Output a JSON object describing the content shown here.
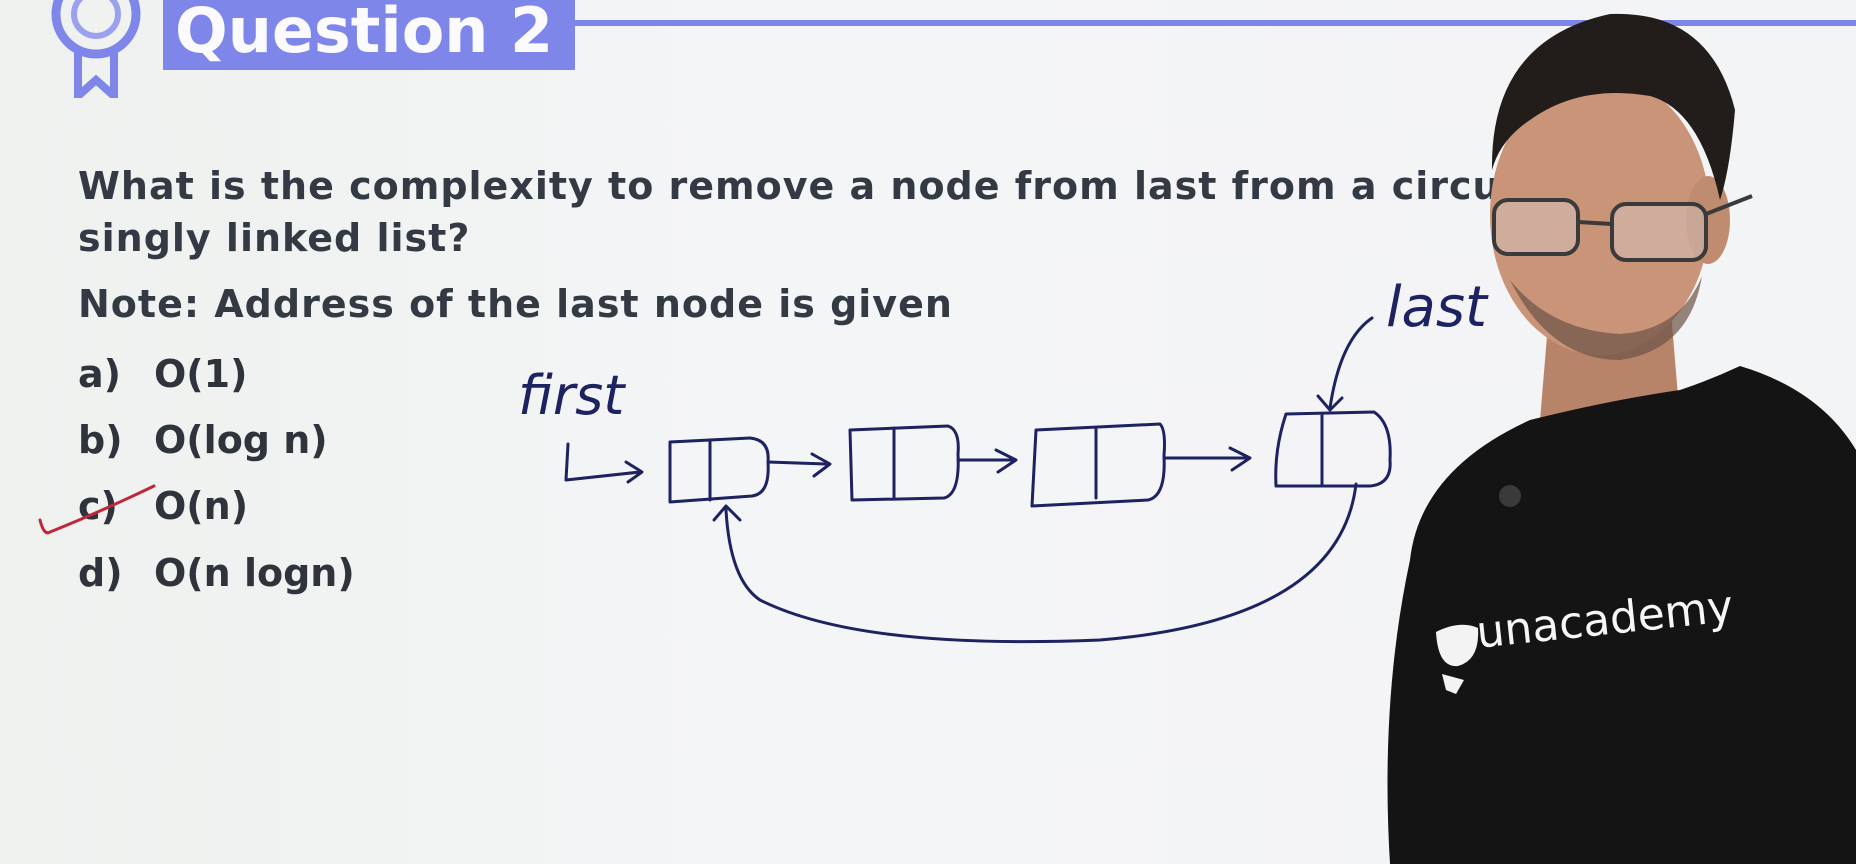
{
  "header": {
    "title": "Question 2"
  },
  "question": {
    "line1": "What is the complexity to remove a node from last from a circul",
    "line2": "singly linked list?",
    "note": "Note: Address of the last node is given"
  },
  "options": [
    {
      "letter": "a)",
      "text": "O(1)"
    },
    {
      "letter": "b)",
      "text": "O(log n)"
    },
    {
      "letter": "c)",
      "text": "O(n)"
    },
    {
      "letter": "d)",
      "text": "O(n logn)"
    }
  ],
  "annotations": {
    "first_label": "first",
    "last_label": "last",
    "ink_color": "#1d2260",
    "check_color": "#c0283a"
  },
  "presenter": {
    "shirt_brand": "unacademy"
  },
  "colors": {
    "accent": "#7f86ea",
    "text": "#333a44"
  }
}
